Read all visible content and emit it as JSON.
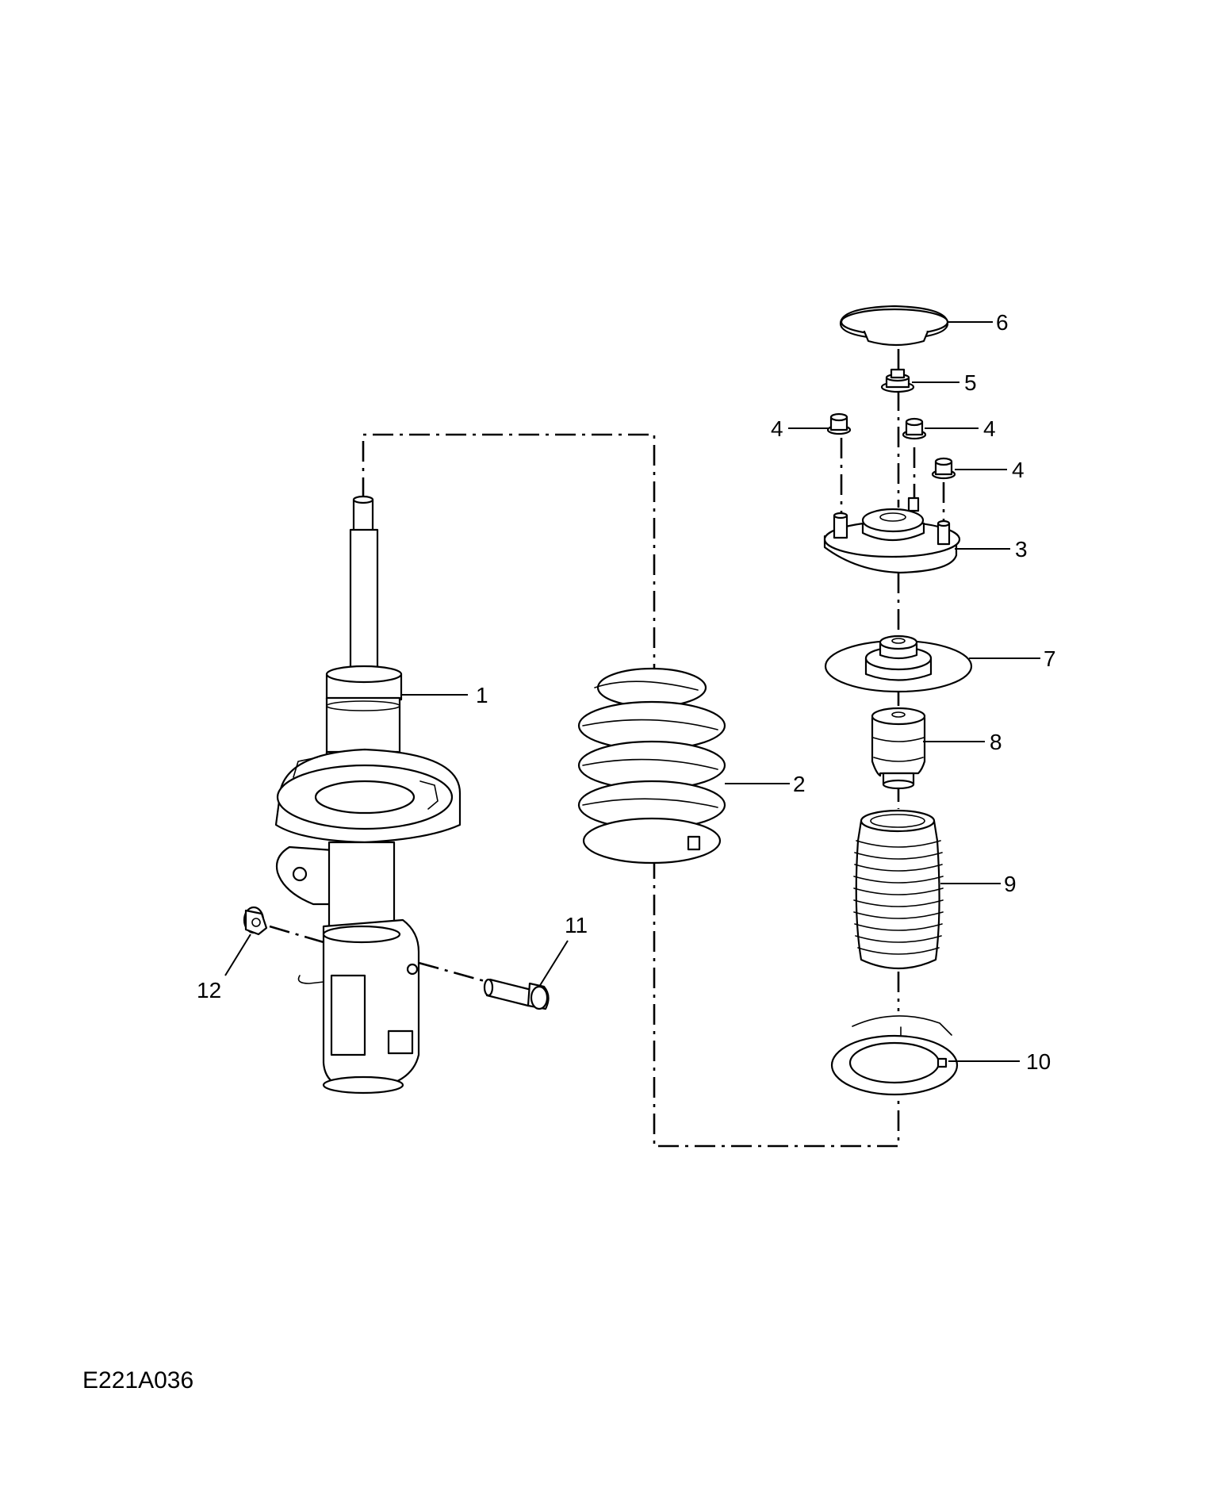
{
  "drawing_id": "E221A036",
  "callouts": {
    "c1": "1",
    "c2": "2",
    "c3": "3",
    "c4a": "4",
    "c4b": "4",
    "c4c": "4",
    "c5": "5",
    "c6": "6",
    "c7": "7",
    "c8": "8",
    "c9": "9",
    "c10": "10",
    "c11": "11",
    "c12": "12"
  }
}
